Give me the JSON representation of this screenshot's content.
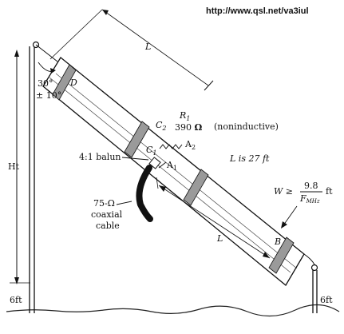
{
  "header": {
    "url": "http://www.qsl.net/va3iul"
  },
  "labels": {
    "L_top": "L",
    "D": "D",
    "B": "B",
    "angle_main": "30°",
    "angle_tol": "± 10°",
    "Ht": "Ht",
    "six_ft_left": "6ft",
    "six_ft_right": "6ft",
    "C2": "C",
    "C2_sub": "2",
    "C1": "C",
    "C1_sub": "1",
    "R1": "R",
    "R1_sub": "1",
    "R1_value": "390",
    "R1_unit": "Ω",
    "noninductive": "(noninductive)",
    "A2": "A",
    "A2_sub": "2",
    "A1": "A",
    "A1_sub": "1",
    "balun": "4:1 balun",
    "L_is": "L is 27 ft",
    "W_lhs": "W ≥",
    "W_num": "9.8",
    "W_den_F": "F",
    "W_den_sub": "MHz",
    "W_unit": "ft",
    "coax_1": "75-Ω",
    "coax_2": "coaxial",
    "coax_3": "cable",
    "L_bottom": "L"
  }
}
